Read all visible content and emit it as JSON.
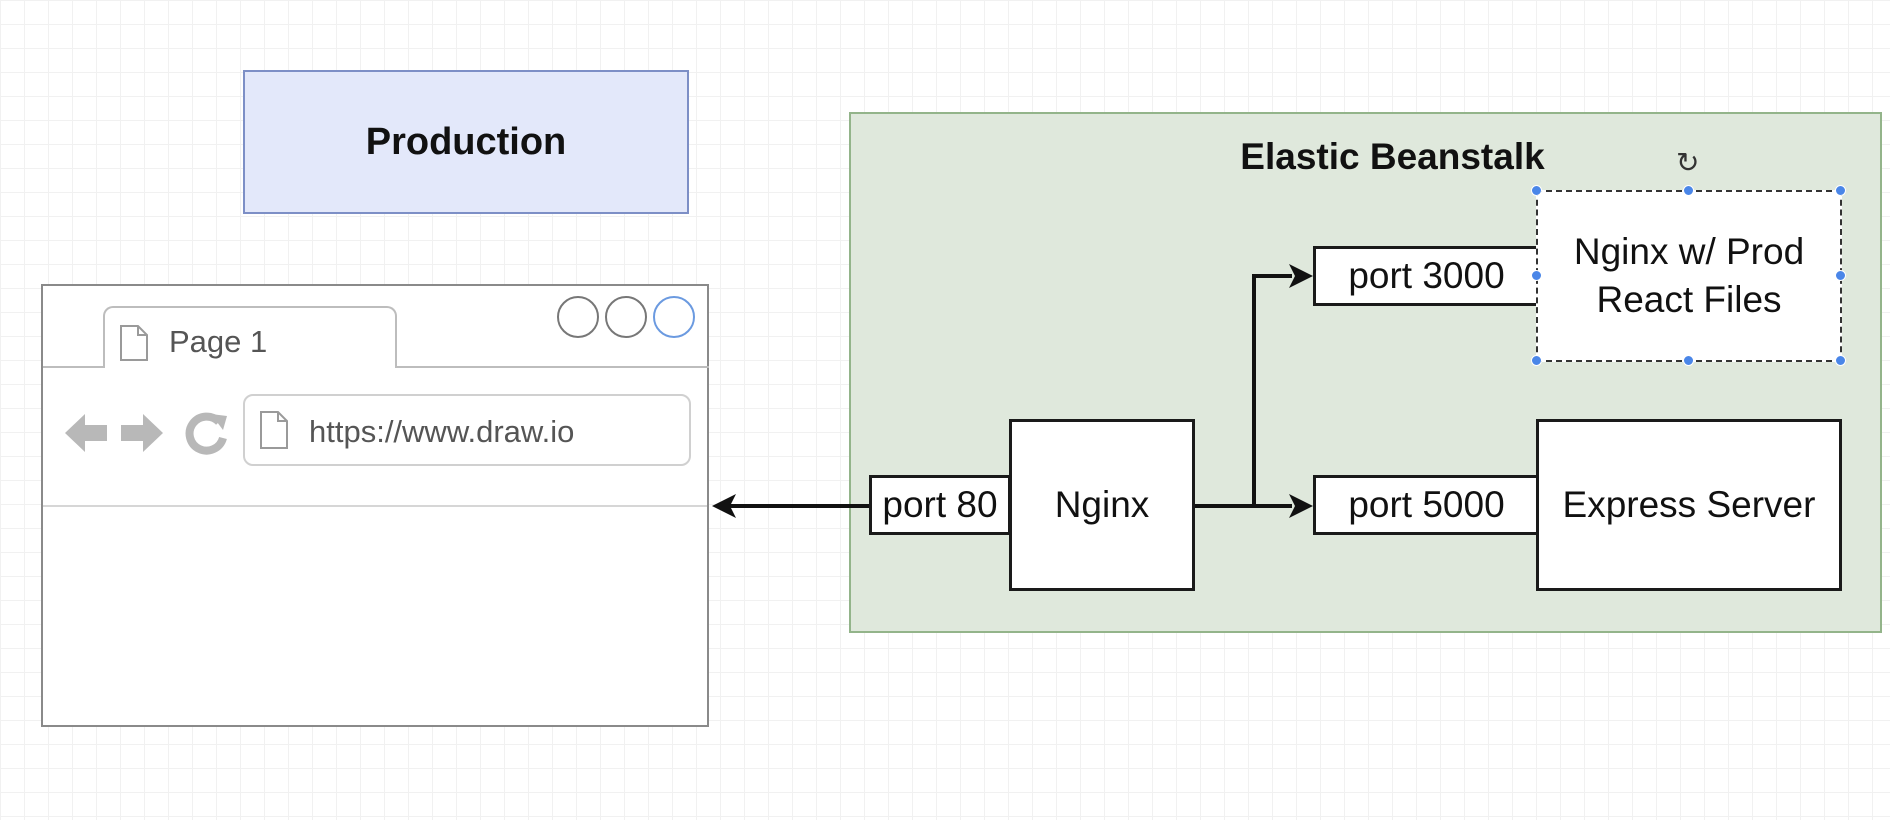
{
  "diagram": {
    "production_label": "Production",
    "browser": {
      "tab_label": "Page 1",
      "url": "https://www.draw.io",
      "icons": [
        "document-icon",
        "back-arrow-icon",
        "forward-arrow-icon",
        "reload-icon"
      ],
      "window_buttons": 3
    },
    "elastic_beanstalk": {
      "title": "Elastic Beanstalk",
      "nodes": {
        "port80": "port 80",
        "nginx": "Nginx",
        "port3000": "port 3000",
        "port5000": "port 5000",
        "react_server_line1": "Nginx w/ Prod",
        "react_server_line2": "React Files",
        "express": "Express Server"
      }
    },
    "edges": [
      {
        "from": "port 80",
        "to": "browser",
        "arrow": "end"
      },
      {
        "from": "Nginx",
        "to": "port 3000",
        "arrow": "end"
      },
      {
        "from": "Nginx",
        "to": "port 5000",
        "arrow": "end"
      }
    ],
    "colors": {
      "production_fill": "#e3e8fa",
      "production_stroke": "#7d8fc6",
      "beanstalk_fill": "#dfe8dc",
      "beanstalk_stroke": "#93b48a",
      "selection_handle": "#4a86e8"
    }
  }
}
